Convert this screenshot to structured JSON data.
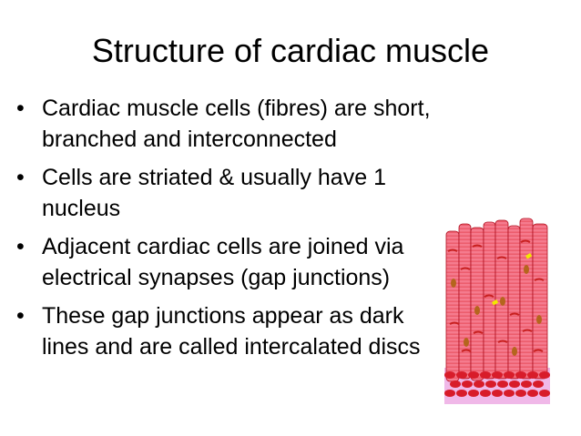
{
  "slide": {
    "title": "Structure of cardiac muscle",
    "bullets": [
      "Cardiac muscle cells (fibres) are short, branched and interconnected",
      "Cells are striated & usually have 1 nucleus",
      "Adjacent cardiac cells are joined via electrical synapses (gap junctions)",
      "These gap junctions appear as dark lines and are called intercalated discs"
    ],
    "bullet_glyph": "•"
  },
  "figure": {
    "icon": "cardiac-muscle-illustration",
    "colors": {
      "fiber_fill": "#f57b8e",
      "fiber_stripe": "#e8505f",
      "fiber_outline": "#b01020",
      "disc": "#c82020",
      "nucleus": "#b5651d",
      "base": "#d81c2a",
      "base_bg": "#f0b8e8",
      "gap_junction": "#f2e800"
    }
  }
}
